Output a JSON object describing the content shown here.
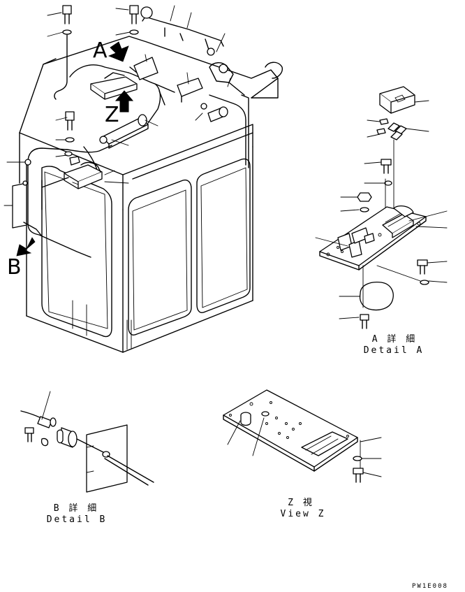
{
  "views": {
    "a_letter": "A",
    "z_letter": "Z",
    "b_letter": "B"
  },
  "captions": {
    "detail_a_jp": "A 詳 細",
    "detail_a_en": "Detail A",
    "detail_b_jp": "B 詳 細",
    "detail_b_en": "Detail B",
    "view_z_jp": "Z 視",
    "view_z_en": "View Z"
  },
  "drawing_code": "PW1E008"
}
